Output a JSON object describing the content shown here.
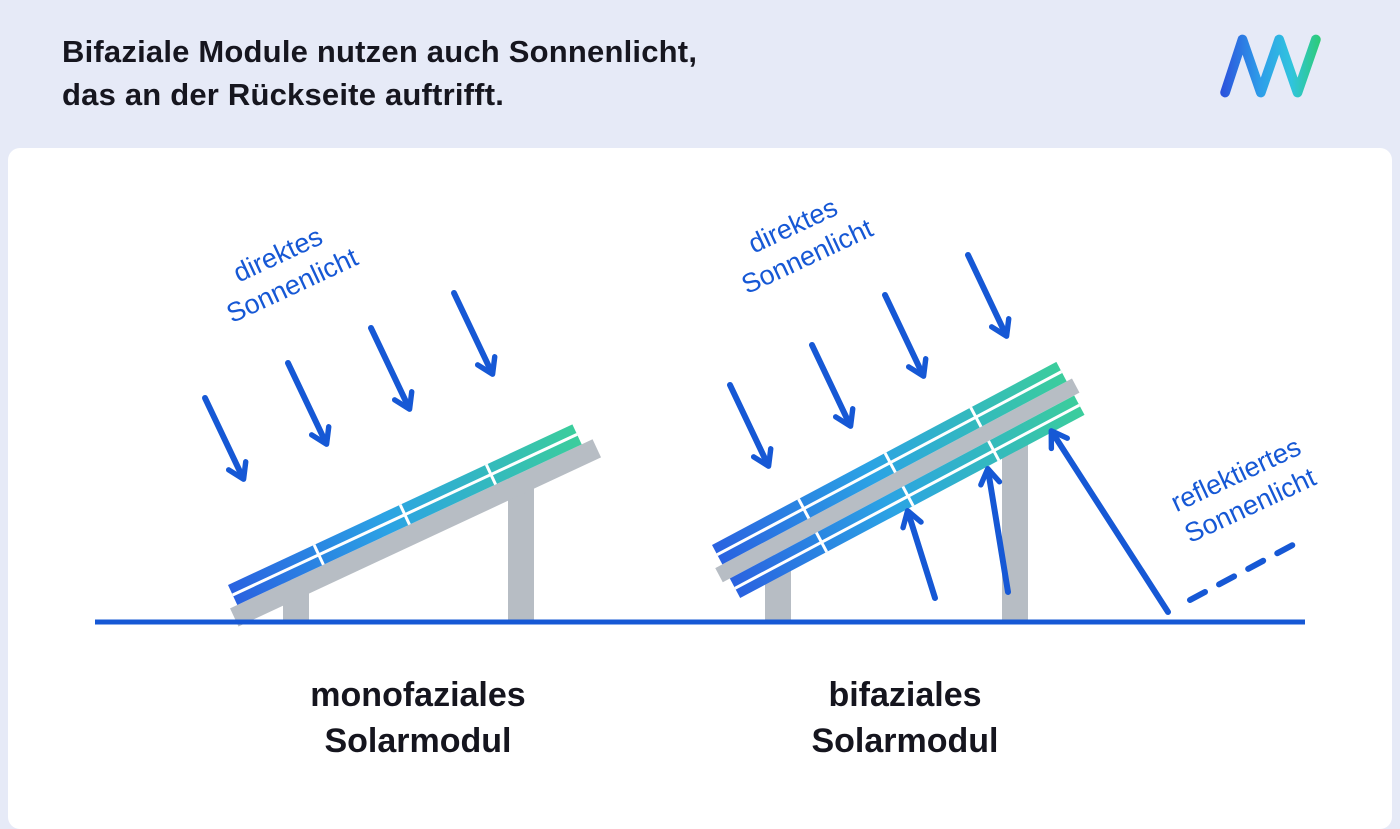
{
  "header": {
    "title_lines": [
      "Bifaziale Module nutzen auch Sonnenlicht,",
      "das an der Rückseite auftrifft."
    ],
    "logo_icon": "mvv-logo"
  },
  "diagram": {
    "left_module": {
      "sunlight_label_lines": [
        "direktes",
        "Sonnenlicht"
      ],
      "caption_lines": [
        "monofaziales",
        "Solarmodul"
      ]
    },
    "right_module": {
      "sunlight_label_lines": [
        "direktes",
        "Sonnenlicht"
      ],
      "reflected_label_lines": [
        "reflektiertes",
        "Sonnenlicht"
      ],
      "caption_lines": [
        "bifaziales",
        "Solarmodul"
      ]
    },
    "colors": {
      "header_background": "#e6eaf7",
      "canvas_background": "#ffffff",
      "arrow_blue": "#1658d5",
      "ground_blue": "#1658d5",
      "label_blue": "#1658d5",
      "text_dark": "#15151e",
      "panel_gray": "#b7bdc4",
      "panel_gradient_start": "#2a62e0",
      "panel_gradient_mid": "#2ba3e4",
      "panel_gradient_end": "#3bcd9c",
      "logo_gradient": [
        "#2b50dc",
        "#2e9ee9",
        "#30c4de",
        "#2ecc71"
      ]
    }
  }
}
